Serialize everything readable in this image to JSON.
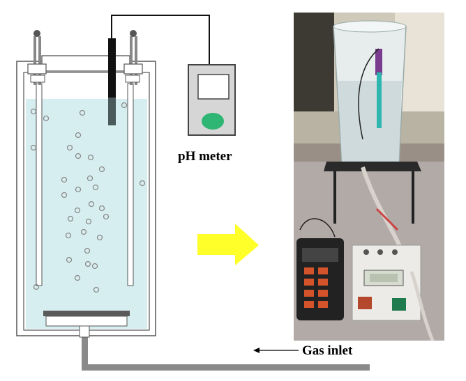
{
  "labels": {
    "ph_meter": "pH meter",
    "gas_inlet": "Gas inlet"
  },
  "colors": {
    "solution": "#d7eef0",
    "outline": "#555555",
    "display_screen": "#ffffff",
    "meter_button": "#2fb574",
    "probe": "#111111",
    "gas_tube": "#8a8a8a",
    "arrow": "#ffff2a"
  },
  "icons": {
    "process_arrow": "right-arrow",
    "inlet_arrow": "left-arrow"
  }
}
